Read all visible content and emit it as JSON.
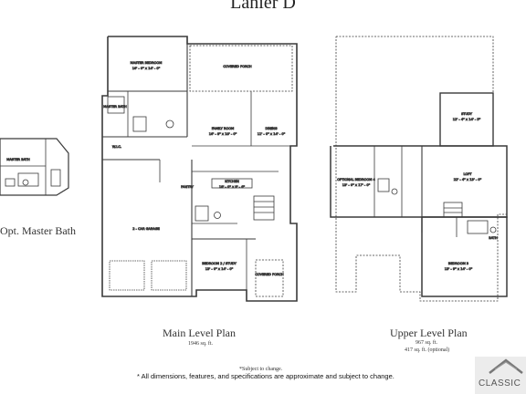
{
  "title": "Lanier D",
  "alt_plan": {
    "caption": "Opt. Master Bath",
    "room": "MASTER BATH"
  },
  "main_plan": {
    "caption": "Main Level Plan",
    "sqft": "1946 sq. ft.",
    "rooms": {
      "master": "MASTER BEDROOM",
      "master_dim": "16' - 0\" x 14' - 0\"",
      "porch": "COVERED PORCH",
      "bath": "MASTER BATH",
      "wic": "W.I.C.",
      "family": "FAMILY ROOM",
      "family_dim": "16' - 8\" x 18' - 0\"",
      "dining": "DINING",
      "dining_dim": "11' - 0\" x 14' - 0\"",
      "kitchen": "KITCHEN",
      "kitchen_dim": "18' - 0\" x 9' - 6\"",
      "garage": "2 - CAR GARAGE",
      "pantry": "PANTRY",
      "bedroom2": "BEDROOM 2 / STUDY",
      "bedroom2_dim": "13' - 0\" x 14' - 0\"",
      "front_porch": "COVERED PORCH"
    }
  },
  "upper_plan": {
    "caption": "Upper Level Plan",
    "sqft": "967 sq. ft.",
    "sqft_optional": "417 sq. ft. (optional)",
    "rooms": {
      "study": "STUDY",
      "study_dim": "12' - 4\" x 14' - 5\"",
      "optional_bed": "OPTIONAL BEDROOM 4",
      "optional_bed_dim": "13' - 0\" x 17' - 0\"",
      "loft": "LOFT",
      "loft_dim": "22' - 4\" x 13' - 0\"",
      "bedroom3": "BEDROOM 3",
      "bedroom3_dim": "13' - 9\" x 14' - 0\"",
      "bath": "BATH"
    }
  },
  "notes": {
    "subject": "*Subject to change.",
    "disclaimer": "* All dimensions, features, and specifications are approximate and subject to change."
  },
  "logo": {
    "text": "CLASSIC"
  }
}
